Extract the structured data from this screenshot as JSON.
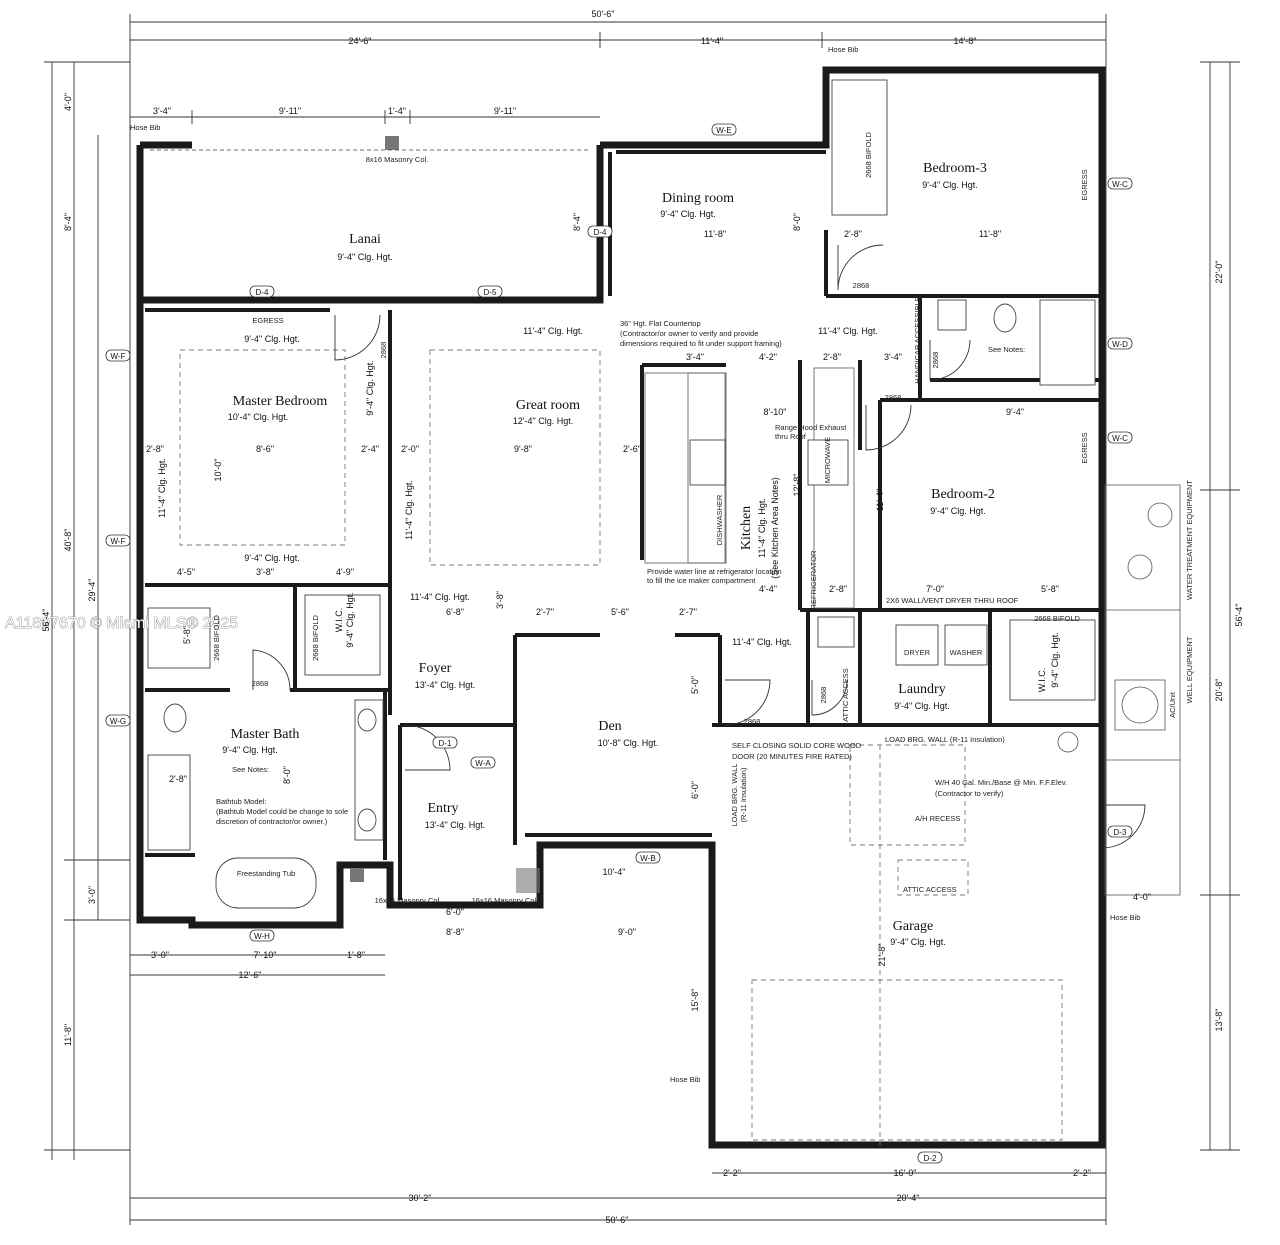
{
  "watermark": "A11897670 © Miami MLS® 2025",
  "overall": {
    "top": "50'-6\"",
    "bottom": "50'-6\"",
    "left": "56'-4\"",
    "right": "56'-4\""
  },
  "dims_top": [
    "24'-6\"",
    "11'-4\"",
    "14'-8\"",
    "3'-4\"",
    "9'-11\"",
    "1'-4\"",
    "9'-11\""
  ],
  "dims_left": [
    "4'-0\"",
    "8'-4\"",
    "29'-4\"",
    "40'-8\"",
    "3'-0\"",
    "11'-8\""
  ],
  "dims_right": [
    "22'-0\"",
    "20'-8\"",
    "13'-8\""
  ],
  "dims_bottom": [
    "3'-0\"",
    "7'-10\"",
    "1'-8\"",
    "12'-6\"",
    "2'-2\"",
    "16'-0\"",
    "2'-2\"",
    "30'-2\"",
    "20'-4\""
  ],
  "dims_interior": [
    "11'-8\"",
    "2'-8\"",
    "11'-8\"",
    "3'-4\"",
    "4'-2\"",
    "2'-8\"",
    "3'-4\"",
    "8'-10\"",
    "9'-4\"",
    "2'-8\"",
    "8'-6\"",
    "2'-4\"",
    "2'-0\"",
    "9'-8\"",
    "2'-6\"",
    "6'-8\"",
    "2'-7\"",
    "5'-6\"",
    "2'-7\"",
    "4'-5\"",
    "3'-8\"",
    "4'-9\"",
    "7'-0\"",
    "5'-8\"",
    "4'-4\"",
    "10'-4\"",
    "9'-0\"",
    "8'-8\"",
    "6'-0\"",
    "4'-0\"",
    "2'-8\"",
    "8'-0\"",
    "10'-0\"",
    "12'-8\"",
    "11'-4\"",
    "15'-8\"",
    "21'-8\"",
    "5'-0\"",
    "6'-0\"",
    "3'-8\"",
    "8'-4\"",
    "8'-0\"",
    "2'-8\"",
    "5'-8\""
  ],
  "rooms": {
    "lanai": {
      "name": "Lanai",
      "clg": "9'-4\" Clg. Hgt."
    },
    "dining": {
      "name": "Dining room",
      "clg": "9'-4\" Clg. Hgt."
    },
    "bedroom3": {
      "name": "Bedroom-3",
      "clg": "9'-4\" Clg. Hgt."
    },
    "master_bedroom": {
      "name": "Master Bedroom",
      "clg": "10'-4\" Clg. Hgt."
    },
    "great_room": {
      "name": "Great room",
      "clg": "12'-4\" Clg. Hgt."
    },
    "kitchen": {
      "name": "Kitchen",
      "clg": "11'-4\" Clg. Hgt.",
      "note": "(See Kitchen Area Notes)"
    },
    "bedroom2": {
      "name": "Bedroom-2",
      "clg": "9'-4\" Clg. Hgt."
    },
    "foyer": {
      "name": "Foyer",
      "clg": "13'-4\" Clg. Hgt."
    },
    "den": {
      "name": "Den",
      "clg": "10'-8\" Clg. Hgt."
    },
    "laundry": {
      "name": "Laundry",
      "clg": "9'-4\" Clg. Hgt."
    },
    "master_bath": {
      "name": "Master Bath",
      "clg": "9'-4\" Clg. Hgt."
    },
    "entry": {
      "name": "Entry",
      "clg": "13'-4\" Clg. Hgt."
    },
    "garage": {
      "name": "Garage",
      "clg": "9'-4\" Clg. Hgt."
    },
    "wic_master": {
      "name": "W.I.C.",
      "clg": "9'-4\" Clg. Hgt."
    },
    "wic_b2": {
      "name": "W.I.C.",
      "clg": "9'-4\" Clg. Hgt."
    }
  },
  "ceiling_labels": [
    "9'-4\" Clg. Hgt.",
    "11'-4\" Clg. Hgt.",
    "11'-4\" Clg. Hgt.",
    "9'-4\" Clg. Hgt.",
    "11'-4\" Clg. Hgt.",
    "11'-4\" Clg. Hgt.",
    "11'-4\" Clg. Hgt.",
    "9'-4\" Clg. Hgt.",
    "11'-4\" Clg. Hgt."
  ],
  "notes": {
    "hose_bib": "Hose Bib",
    "masonry_col_top": "8x16 Masonry Col.",
    "masonry_col_a": "16x16 Masonry Col.",
    "masonry_col_b": "16x16 Masonry Col.",
    "egress": "EGRESS",
    "countertop_1": "36\" Hgt. Flat Countertop",
    "countertop_2": "(Contractor/or owner to verify and provide",
    "countertop_3": "dimensions required to fit under support framing)",
    "range_hood_1": "Range Hood Exhaust",
    "range_hood_2": "thru Roof",
    "water_line_1": "Provide water line at refrigerator location",
    "water_line_2": "to fill the ice maker compartment",
    "wall_vent": "2X6 WALL/VENT DRYER THRU ROOF",
    "self_closing_1": "SELF CLOSING SOLID CORE WOOD",
    "self_closing_2": "DOOR (20 MINUTES FIRE RATED)",
    "load_wall": "LOAD BRG. WALL (R-11 Insulation)",
    "load_wall_v1": "LOAD BRG. WALL",
    "load_wall_v2": "(R-11 Insulation)",
    "wh_1": "W/H 40 Gal. Min./Base @ Min. F.F.Elev.",
    "wh_2": "(Contractor to verify)",
    "ah_recess": "A/H RECESS",
    "attic_access": "ATTIC ACCESS",
    "attic_access_v": "ATTIC ACCESS",
    "see_notes": "See Notes:",
    "see_notes_2": "See Notes:",
    "bathtub_1": "Bathtub Model:",
    "bathtub_2": "(Bathtub Model could be change to sole",
    "bathtub_3": "discretion of contractor/or owner.)",
    "freestanding_tub": "Freestanding Tub",
    "handicap": "HANDICAP ACCESSIBLE",
    "water_treat": "WATER TREATMENT EQUIPMENT",
    "well_equip": "WELL EQUIPMENT",
    "ac_unit": "AC/Unit",
    "dryer": "DRYER",
    "washer": "WASHER",
    "dishwasher": "DISHWASHER",
    "microwave": "MICROWAVE",
    "refrigerator": "REFRIGERATOR"
  },
  "door_sizes": [
    "2668 BIFOLD",
    "2868",
    "2868",
    "2868",
    "2868",
    "2868",
    "2868",
    "2668 BIFOLD",
    "2668 BIFOLD",
    "2868",
    "2668 BIFOLD",
    "2868"
  ],
  "tags": [
    "W-E",
    "D-4",
    "D-5",
    "D-4",
    "W-F",
    "W-F",
    "W-G",
    "W-H",
    "D-1",
    "W-A",
    "W-B",
    "W-C",
    "W-D",
    "W-C",
    "D-3",
    "D-2"
  ]
}
